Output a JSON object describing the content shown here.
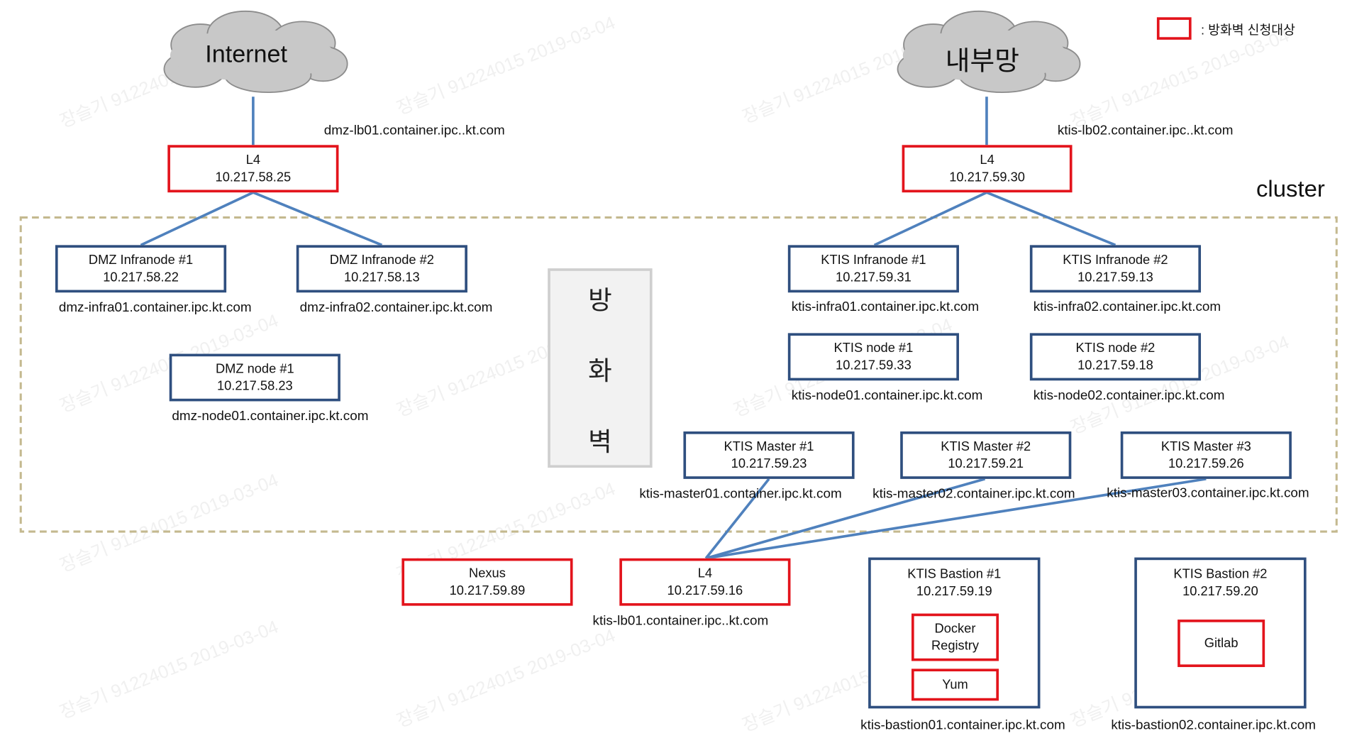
{
  "legend": {
    "label": ": 방화벽 신청대상",
    "color": "#e3141c"
  },
  "cluster_label": "cluster",
  "clouds": {
    "internet": "Internet",
    "internal": "내부망"
  },
  "firewall": {
    "chars": [
      "방",
      "화",
      "벽"
    ]
  },
  "l4_left": {
    "title": "L4",
    "ip": "10.217.58.25",
    "host": "dmz-lb01.container.ipc..kt.com"
  },
  "l4_right": {
    "title": "L4",
    "ip": "10.217.59.30",
    "host": "ktis-lb02.container.ipc..kt.com"
  },
  "l4_bottom": {
    "title": "L4",
    "ip": "10.217.59.16",
    "host": "ktis-lb01.container.ipc..kt.com"
  },
  "dmz_infra1": {
    "title": "DMZ Infranode #1",
    "ip": "10.217.58.22",
    "host": "dmz-infra01.container.ipc.kt.com"
  },
  "dmz_infra2": {
    "title": "DMZ Infranode #2",
    "ip": "10.217.58.13",
    "host": "dmz-infra02.container.ipc.kt.com"
  },
  "dmz_node1": {
    "title": "DMZ node #1",
    "ip": "10.217.58.23",
    "host": "dmz-node01.container.ipc.kt.com"
  },
  "ktis_infra1": {
    "title": "KTIS Infranode #1",
    "ip": "10.217.59.31",
    "host": "ktis-infra01.container.ipc.kt.com"
  },
  "ktis_infra2": {
    "title": "KTIS Infranode #2",
    "ip": "10.217.59.13",
    "host": "ktis-infra02.container.ipc.kt.com"
  },
  "ktis_node1": {
    "title": "KTIS node #1",
    "ip": "10.217.59.33",
    "host": "ktis-node01.container.ipc.kt.com"
  },
  "ktis_node2": {
    "title": "KTIS node #2",
    "ip": "10.217.59.18",
    "host": "ktis-node02.container.ipc.kt.com"
  },
  "ktis_master1": {
    "title": "KTIS Master #1",
    "ip": "10.217.59.23",
    "host": "ktis-master01.container.ipc.kt.com"
  },
  "ktis_master2": {
    "title": "KTIS Master #2",
    "ip": "10.217.59.21",
    "host": "ktis-master02.container.ipc.kt.com"
  },
  "ktis_master3": {
    "title": "KTIS Master #3",
    "ip": "10.217.59.26",
    "host": "ktis-master03.container.ipc.kt.com"
  },
  "nexus": {
    "title": "Nexus",
    "ip": "10.217.59.89"
  },
  "bastion1": {
    "title": "KTIS Bastion #1",
    "ip": "10.217.59.19",
    "host": "ktis-bastion01.container.ipc.kt.com",
    "docker_line1": "Docker",
    "docker_line2": "Registry",
    "yum": "Yum"
  },
  "bastion2": {
    "title": "KTIS Bastion #2",
    "ip": "10.217.59.20",
    "host": "ktis-bastion02.container.ipc.kt.com",
    "gitlab": "Gitlab"
  },
  "watermark": "장슬기 91224015 2019-03-04",
  "colors": {
    "node_border": "#2f4f7f",
    "link": "#4f81bd",
    "cluster_border": "#c4b98f",
    "firewall_bg": "#f2f2f2"
  }
}
